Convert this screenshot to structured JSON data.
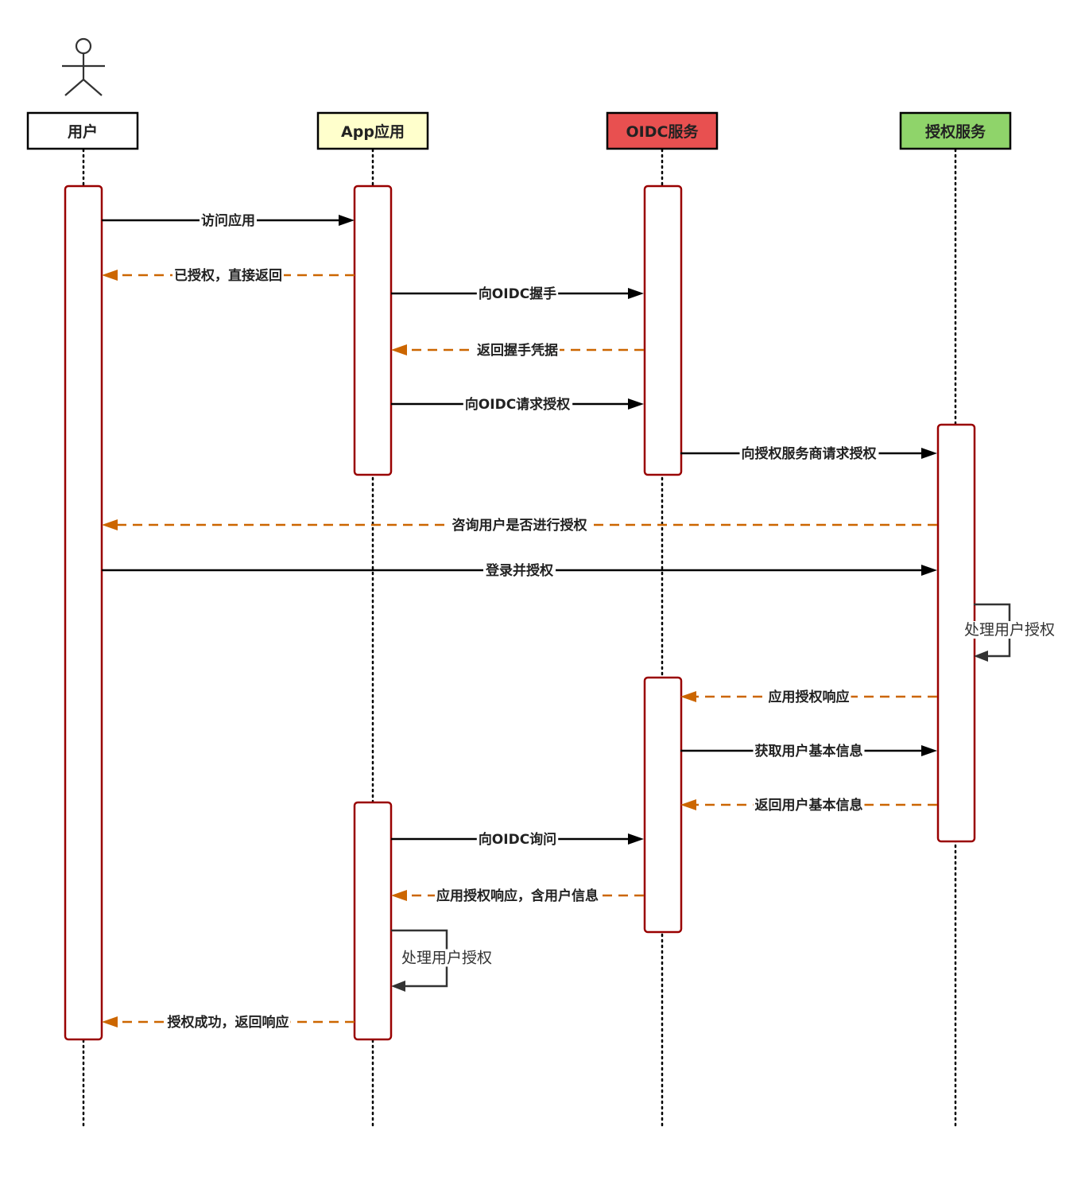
{
  "participants": [
    {
      "id": "user",
      "label": "用户",
      "fill": "#ffffff",
      "actor": true
    },
    {
      "id": "app",
      "label": "App应用",
      "fill": "#ffffcc"
    },
    {
      "id": "oidc",
      "label": "OIDC服务",
      "fill": "#e85050"
    },
    {
      "id": "auth",
      "label": "授权服务",
      "fill": "#8fd46a"
    }
  ],
  "colors": {
    "solid_arrow": "#000000",
    "dashed_arrow": "#cc6600",
    "activation_border": "#990000",
    "lifeline": "#000000",
    "self_arrow": "#333333"
  },
  "messages": [
    {
      "from": "user",
      "to": "app",
      "label": "访问应用",
      "style": "solid"
    },
    {
      "from": "app",
      "to": "user",
      "label": "已授权，直接返回",
      "style": "dashed"
    },
    {
      "from": "app",
      "to": "oidc",
      "label": "向OIDC握手",
      "style": "solid"
    },
    {
      "from": "oidc",
      "to": "app",
      "label": "返回握手凭据",
      "style": "dashed"
    },
    {
      "from": "app",
      "to": "oidc",
      "label": "向OIDC请求授权",
      "style": "solid"
    },
    {
      "from": "oidc",
      "to": "auth",
      "label": "向授权服务商请求授权",
      "style": "solid"
    },
    {
      "from": "auth",
      "to": "user",
      "label": "咨询用户是否进行授权",
      "style": "dashed"
    },
    {
      "from": "user",
      "to": "auth",
      "label": "登录并授权",
      "style": "solid"
    },
    {
      "from": "auth",
      "to": "auth",
      "label": "处理用户授权",
      "style": "self"
    },
    {
      "from": "auth",
      "to": "oidc",
      "label": "应用授权响应",
      "style": "dashed"
    },
    {
      "from": "oidc",
      "to": "auth",
      "label": "获取用户基本信息",
      "style": "solid"
    },
    {
      "from": "auth",
      "to": "oidc",
      "label": "返回用户基本信息",
      "style": "dashed"
    },
    {
      "from": "app",
      "to": "oidc",
      "label": "向OIDC询问",
      "style": "solid"
    },
    {
      "from": "oidc",
      "to": "app",
      "label": "应用授权响应，含用户信息",
      "style": "dashed"
    },
    {
      "from": "app",
      "to": "app",
      "label": "处理用户授权",
      "style": "self"
    },
    {
      "from": "app",
      "to": "user",
      "label": "授权成功，返回响应",
      "style": "dashed"
    }
  ]
}
